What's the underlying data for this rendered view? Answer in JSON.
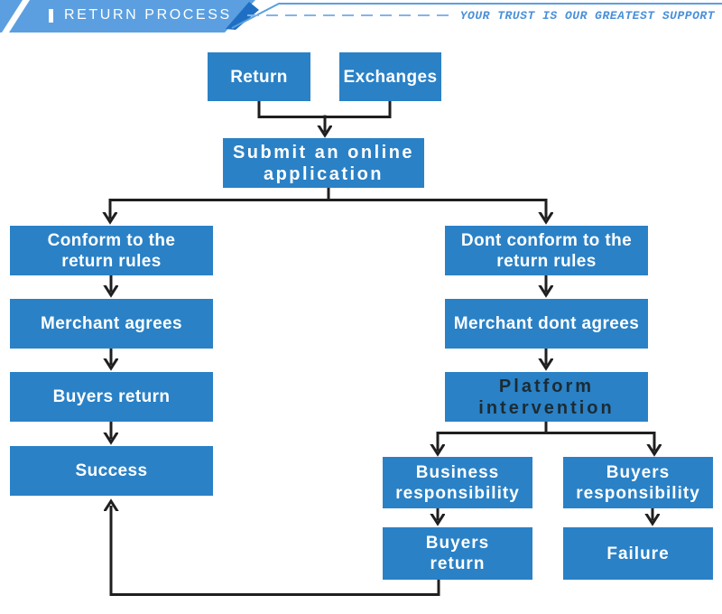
{
  "header": {
    "title": "RETURN PROCESS",
    "slogan": "YOUR TRUST IS OUR GREATEST SUPPORT"
  },
  "colors": {
    "box_blue": "#2a81c6",
    "node_text": "#ffffff",
    "platform_text": "#1c2b33",
    "line_dark": "#1f1f1f",
    "header_blue": "#5b9fe0",
    "header_accent": "#1e6fc4",
    "dash_blue": "#85b4e8",
    "slogan_blue": "#4a90d8"
  },
  "nodes": {
    "return": "Return",
    "exchanges": "Exchanges",
    "submit": "Submit an online\napplication",
    "conform": "Conform to the\nreturn rules",
    "dont_conform": "Dont conform to the\nreturn rules",
    "merchant_agrees": "Merchant agrees",
    "merchant_dont_agrees": "Merchant dont agrees",
    "buyers_return_left": "Buyers return",
    "platform": "Platform\nintervention",
    "success": "Success",
    "business_responsibility": "Business\nresponsibility",
    "buyers_responsibility": "Buyers\nresponsibility",
    "buyers_return_right": "Buyers\nreturn",
    "failure": "Failure"
  }
}
